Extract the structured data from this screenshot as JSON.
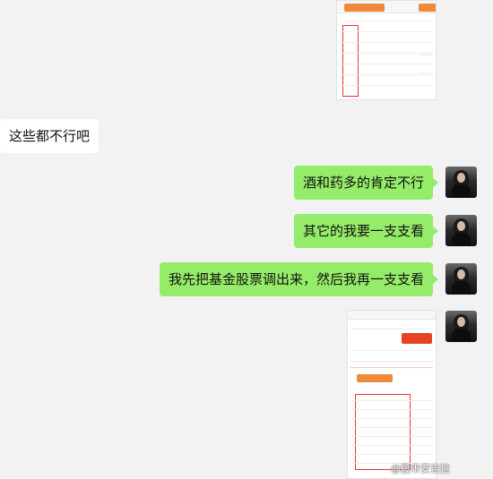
{
  "chat": {
    "messages": [
      {
        "id": "m1",
        "side": "in",
        "text": "这些都不行吧"
      },
      {
        "id": "m2",
        "side": "out",
        "text": "酒和药多的肯定不行"
      },
      {
        "id": "m3",
        "side": "out",
        "text": "其它的我要一支支看"
      },
      {
        "id": "m4",
        "side": "out",
        "text": "我先把基金股票调出来，然后我再一支支看"
      }
    ]
  },
  "images": {
    "top_screenshot": {
      "kind": "fund-holdings-screenshot"
    },
    "bottom_screenshot": {
      "kind": "fund-holdings-screenshot"
    }
  },
  "avatar": {
    "kind": "user-avatar-photo"
  },
  "watermark": {
    "text": "@股市安吉拉"
  },
  "colors": {
    "outgoing_bubble": "#95ec69",
    "incoming_bubble": "#ffffff",
    "background": "#f2f2f2"
  }
}
